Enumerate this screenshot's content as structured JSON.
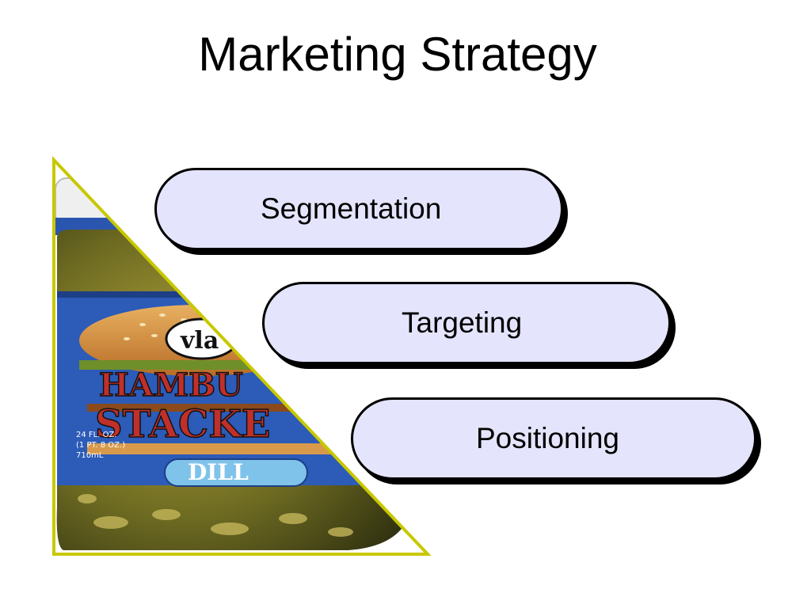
{
  "slide": {
    "title": "Marketing Strategy"
  },
  "steps": [
    {
      "label": "Segmentation"
    },
    {
      "label": "Targeting"
    },
    {
      "label": "Positioning"
    }
  ],
  "image": {
    "subject": "pickle jar",
    "brand_text": "vla",
    "line1": "HAMBU",
    "line2": "STACKE",
    "variety": "DILL",
    "volume_line1": "24 FL. OZ.",
    "volume_line2": "(1 PT. 8 OZ.)",
    "volume_line3": "710mL"
  },
  "colors": {
    "pill_fill": "#e4e4fc",
    "triangle_border": "#c8c800",
    "label_blue": "#2c5bb8",
    "label_red": "#c0302a"
  }
}
